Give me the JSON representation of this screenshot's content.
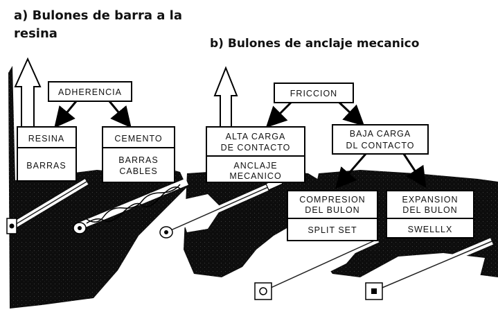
{
  "headings": {
    "a": "a) Bulones de barra a la resina",
    "b": "b) Bulones de anclaje mecanico"
  },
  "boxes": {
    "adherencia": "ADHERENCIA",
    "friccion": "FRICCION",
    "resina": "RESINA",
    "barras": "BARRAS",
    "cemento": "CEMENTO",
    "barras_cables": [
      "BARRAS",
      "CABLES"
    ],
    "alta_carga": [
      "ALTA CARGA",
      "DE CONTACTO"
    ],
    "anclaje_mecanico": [
      "ANCLAJE",
      "MECANICO"
    ],
    "baja_carga": [
      "BAJA CARGA",
      "DL CONTACTO"
    ],
    "compresion": [
      "COMPRESION",
      "DEL BULON"
    ],
    "split_set": "SPLIT SET",
    "expansion": [
      "EXPANSION",
      "DEL BULON"
    ],
    "swellex": "SWELLLX"
  }
}
